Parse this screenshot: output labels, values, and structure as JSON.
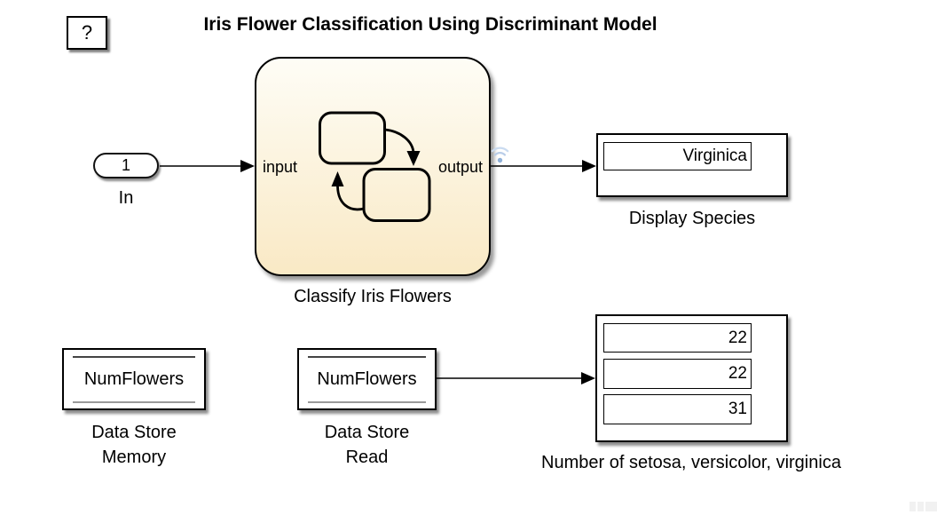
{
  "title": {
    "text": "Iris Flower Classification Using Discriminant Model"
  },
  "help_block": {
    "label": "?"
  },
  "inport": {
    "value": "1",
    "label": "In"
  },
  "chart": {
    "label": "Classify Iris Flowers",
    "input_port": "input",
    "output_port": "output",
    "fill_top": "#fefdf6",
    "fill_bottom": "#f9e9c5",
    "border_color": "#000000"
  },
  "display_species": {
    "value": "Virginica",
    "label": "Display Species"
  },
  "data_store_memory": {
    "value": "NumFlowers",
    "label_line1": "Data Store",
    "label_line2": "Memory"
  },
  "data_store_read": {
    "value": "NumFlowers",
    "label_line1": "Data Store",
    "label_line2": "Read"
  },
  "display_counts": {
    "fields": [
      {
        "value": "22"
      },
      {
        "value": "22"
      },
      {
        "value": "31"
      }
    ],
    "label": "Number of setosa, versicolor, virginica"
  },
  "icons": {
    "signal_logging": "wifi-signal-logging-badge",
    "signal_logging_color": "#8fb0d8"
  },
  "colors": {
    "wire": "#000000",
    "canvas_bg": "#ffffff"
  }
}
